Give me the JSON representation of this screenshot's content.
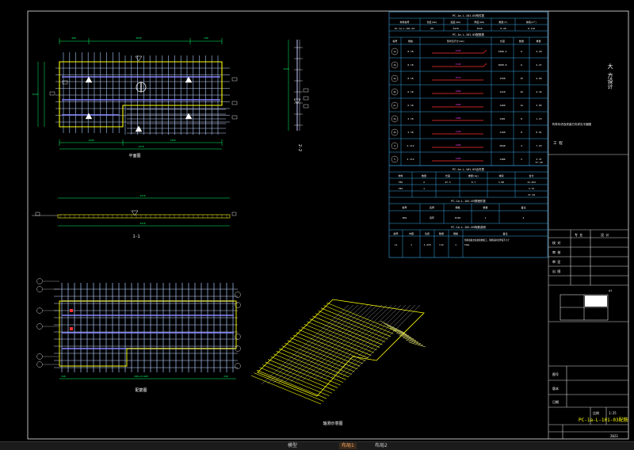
{
  "title_block": {
    "project_name": "PC-1a-L-101-03配筋",
    "company": "大 方设计",
    "sheet_tag": "a1",
    "rows": [
      "工 程",
      "专 业",
      "设 计",
      "校 对",
      "审 核",
      "审 定",
      "出 图"
    ]
  },
  "tables": {
    "t1_title": "PC-1a-L-101-03构件表",
    "t1_headers": [
      "构件编号",
      "长度(mm)",
      "宽度(mm)",
      "厚度(mm)",
      "重量(t)",
      "体积(m³)"
    ],
    "t1_row": [
      "PC-1a-L-101-03",
      "60",
      "3470",
      "1510",
      "0.29",
      "0.116"
    ],
    "t2_title": "PC-1a-L-101-03配筋表",
    "t2_headers": [
      "编号",
      "规格",
      "形状及尺寸(mm)",
      "长度",
      "数量",
      "重量"
    ],
    "t2_rows": [
      {
        "id": "1a",
        "spec": "8 C8",
        "dim": "3130",
        "len": "3300.2",
        "qty": "6",
        "wt": "4.29"
      },
      {
        "id": "1b",
        "spec": "8 C8",
        "dim": "3130",
        "len": "3600.8",
        "qty": "6",
        "wt": "4.27"
      },
      {
        "id": "2a",
        "spec": "8 C8",
        "dim": "1570",
        "len": "1350",
        "qty": "15",
        "wt": "4.99"
      },
      {
        "id": "2b",
        "spec": "6 C8",
        "dim": "1460",
        "len": "1410",
        "qty": "16",
        "wt": "4.34"
      },
      {
        "id": "2c",
        "spec": "6 C8",
        "dim": "1460",
        "len": "1460",
        "qty": "14",
        "wt": "3.05"
      },
      {
        "id": "3a",
        "spec": "2 C8",
        "dim": "1490",
        "len": "1481",
        "qty": "8",
        "wt": "1.23"
      },
      {
        "id": "3b",
        "spec": "2 C8",
        "dim": "1140",
        "len": "1160",
        "qty": "8",
        "wt": "0.91"
      },
      {
        "id": "4",
        "spec": "4 C12",
        "dim": "1490",
        "len": "2040",
        "qty": "4",
        "wt": "7.23"
      },
      {
        "id": "5",
        "spec": "2 C12",
        "dim": "1490",
        "len": "1486",
        "qty": "2",
        "wt": "2.47"
      }
    ],
    "t2_total": "37.28",
    "t3_title": "PC-1a-L-101-03合件表",
    "t3_headers": [
      "构件",
      "数量",
      "长度",
      "重量(kg)",
      "体积",
      "合计"
    ],
    "t3_rows": [
      [
        "TB1",
        "2",
        "47.3",
        "0.7",
        "3.00",
        "14.452"
      ],
      [
        "TB1",
        "1",
        "",
        "",
        "",
        "3.72"
      ],
      [
        "",
        "",
        "",
        "",
        "",
        "37.44"
      ]
    ],
    "t4_title": "PC-1a-L-101-03预埋件表",
    "t4_headers": [
      "编号",
      "名称",
      "规格",
      "数量",
      "备注"
    ],
    "t4_row": [
      "DH1",
      "吊环",
      "D=20",
      "1",
      "4"
    ],
    "t5_title": "PC-1a-L-101-03特殊说明",
    "t5_headers": [
      "编号",
      "内容",
      "位置",
      "数量",
      "规格",
      "备注"
    ],
    "t5_row": [
      "L1",
      "1",
      "1.2C8",
      "C12",
      "1",
      ""
    ],
    "t5_note": "预制底板交接处按图施工，钢筋保护层厚度不小于15mm"
  },
  "labels": {
    "plan_title": "平面图",
    "section11_title": "1-1",
    "section22_title": "2-2",
    "rebar_title": "配筋图",
    "iso_title": "轴测示意图",
    "dim_top": [
      "400",
      "2830",
      "240"
    ],
    "dim_bottom_a": [
      "1420",
      "1450"
    ],
    "dim_bottom_b": "3470",
    "dim_side": "1510",
    "sec11_dim": "3470",
    "sec22_dim": "1510",
    "rebar_dims": [
      "340",
      "100+17x200",
      "240"
    ],
    "side_note_right": "构件标识及安装方向详见平面图",
    "drawing_no_label": "图号",
    "scale_label": "比例",
    "scale_value": "1:25",
    "date_label": "日期",
    "date_value": "2023",
    "version_label": "版本"
  },
  "taskbar": {
    "items": [
      "模型",
      "布局1",
      "布局2"
    ]
  },
  "colors": {
    "frame": "#ffffff",
    "table_line": "#3aa7e8",
    "outline": "#ffff00",
    "rebar": "#8888ff",
    "rebar_v": "#a9c8ff",
    "dim": "#00ff66",
    "red": "#ff3030",
    "magenta": "#ff40ff"
  }
}
